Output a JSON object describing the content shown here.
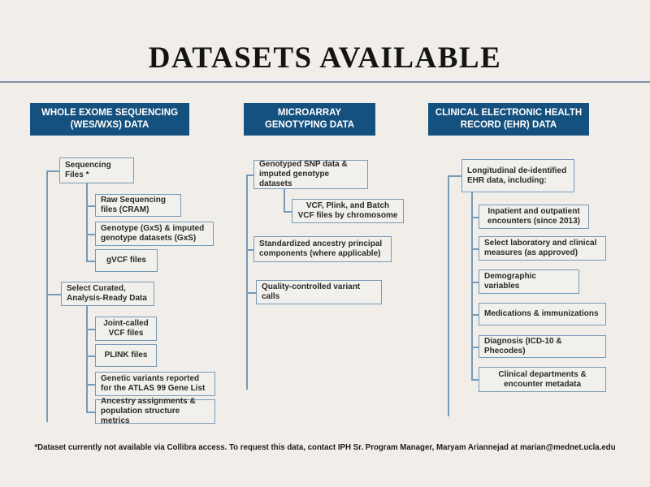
{
  "title": "DATASETS AVAILABLE",
  "columns": [
    {
      "header": "WHOLE EXOME SEQUENCING (WES/WXS) DATA",
      "nodes": [
        "Sequencing Files *",
        "Raw Sequencing files (CRAM)",
        "Genotype (GxS) & imputed genotype datasets (GxS)",
        "gVCF files",
        "Select Curated, Analysis-Ready Data",
        "Joint-called VCF files",
        "PLINK files",
        "Genetic variants reported for the ATLAS 99 Gene List",
        "Ancestry assignments & population structure metrics"
      ]
    },
    {
      "header": "MICROARRAY GENOTYPING DATA",
      "nodes": [
        "Genotyped SNP data & imputed genotype datasets",
        "VCF, Plink, and Batch VCF files by chromosome",
        "Standardized ancestry principal components (where applicable)",
        "Quality-controlled variant calls"
      ]
    },
    {
      "header": "CLINICAL ELECTRONIC HEALTH RECORD (EHR) DATA",
      "nodes": [
        "Longitudinal de-identified EHR data, including:",
        "Inpatient and outpatient encounters (since 2013)",
        "Select laboratory and clinical measures (as approved)",
        "Demographic variables",
        "Medications & immunizations",
        "Diagnosis (ICD-10 & Phecodes)",
        "Clinical departments & encounter metadata"
      ]
    }
  ],
  "footer": "*Dataset currently not available via Collibra access. To request this data, contact IPH Sr. Program Manager, Maryam Ariannejad at marian@mednet.ucla.edu",
  "colors": {
    "background": "#f1eeea",
    "header_bg": "#15517e",
    "header_text": "#ffffff",
    "box_border": "#769ab8",
    "box_text": "#2b2a28",
    "title_text": "#141414"
  }
}
